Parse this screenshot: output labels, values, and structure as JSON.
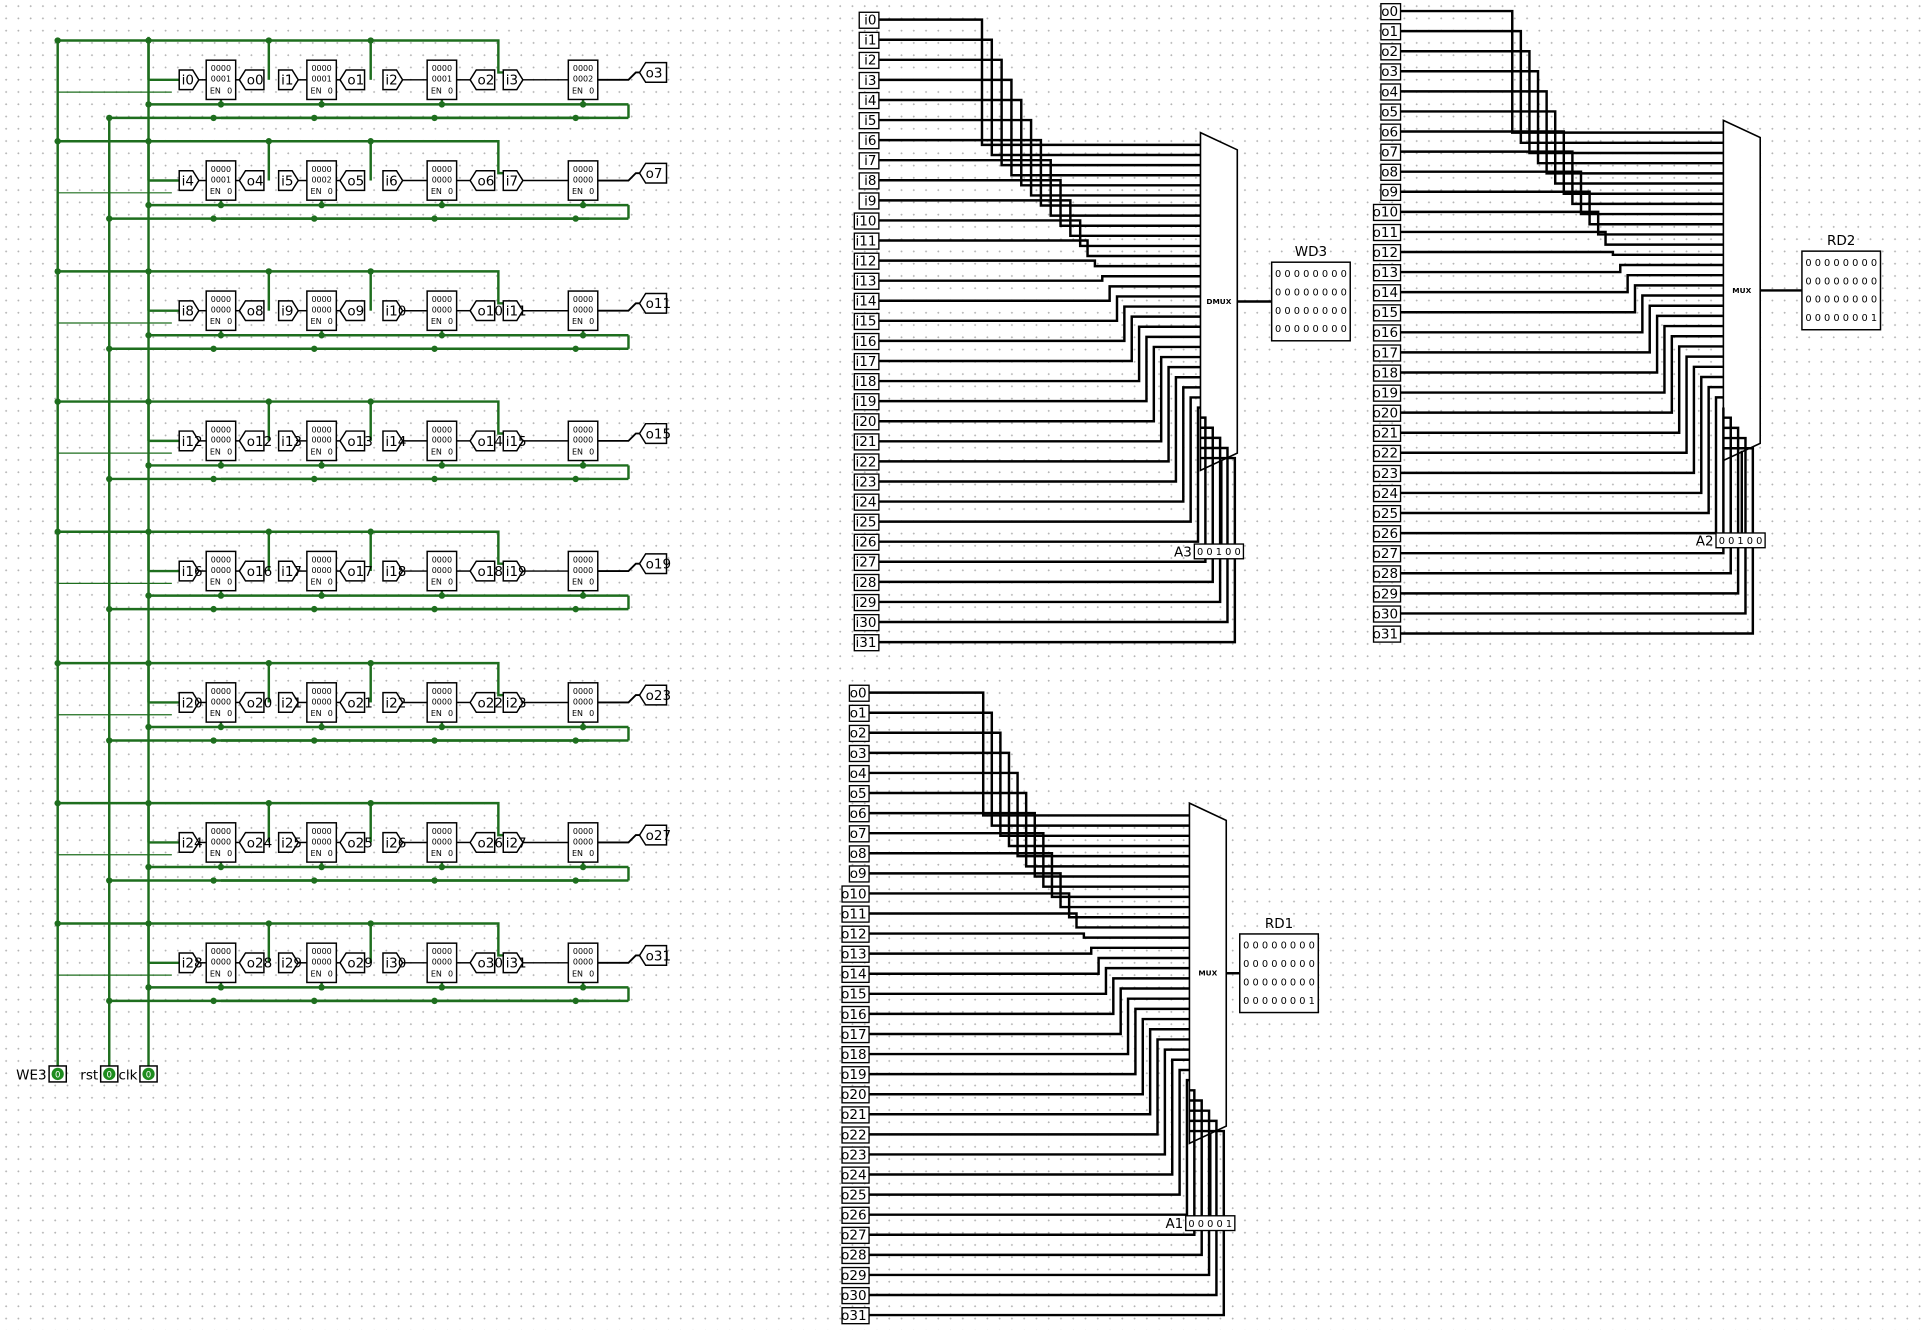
{
  "controls": [
    {
      "label": "WE3",
      "value": "0",
      "name": "we3-input-pin"
    },
    {
      "label": "rst",
      "value": "0",
      "name": "rst-input-pin"
    },
    {
      "label": "clk",
      "value": "0",
      "name": "clk-input-pin"
    }
  ],
  "register_rows": [
    {
      "inputs": [
        "i0",
        "i1",
        "i2",
        "i3"
      ],
      "outputs": [
        "o0",
        "o1",
        "o2",
        "o3"
      ],
      "values": [
        "0001",
        "0001",
        "0001",
        "0002"
      ]
    },
    {
      "inputs": [
        "i4",
        "i5",
        "i6",
        "i7"
      ],
      "outputs": [
        "o4",
        "o5",
        "o6",
        "o7"
      ],
      "values": [
        "0001",
        "0002",
        "0000",
        "0000"
      ]
    },
    {
      "inputs": [
        "i8",
        "i9",
        "i10",
        "i11"
      ],
      "outputs": [
        "o8",
        "o9",
        "o10",
        "o11"
      ],
      "values": [
        "0000",
        "0000",
        "0000",
        "0000"
      ]
    },
    {
      "inputs": [
        "i12",
        "i13",
        "i14",
        "i15"
      ],
      "outputs": [
        "o12",
        "o13",
        "o14",
        "o15"
      ],
      "values": [
        "0000",
        "0000",
        "0000",
        "0000"
      ]
    },
    {
      "inputs": [
        "i16",
        "i17",
        "i18",
        "i19"
      ],
      "outputs": [
        "o16",
        "o17",
        "o18",
        "o19"
      ],
      "values": [
        "0000",
        "0000",
        "0000",
        "0000"
      ]
    },
    {
      "inputs": [
        "i20",
        "i21",
        "i22",
        "i23"
      ],
      "outputs": [
        "o20",
        "o21",
        "o22",
        "o23"
      ],
      "values": [
        "0000",
        "0000",
        "0000",
        "0000"
      ]
    },
    {
      "inputs": [
        "i24",
        "i25",
        "i26",
        "i27"
      ],
      "outputs": [
        "o24",
        "o25",
        "o26",
        "o27"
      ],
      "values": [
        "0000",
        "0000",
        "0000",
        "0000"
      ]
    },
    {
      "inputs": [
        "i28",
        "i29",
        "i30",
        "i31"
      ],
      "outputs": [
        "o28",
        "o29",
        "o30",
        "o31"
      ],
      "values": [
        "0000",
        "0000",
        "0000",
        "0000"
      ]
    }
  ],
  "register_top_value": "0000",
  "register_footer": "EN",
  "register_zero": "0",
  "demux": {
    "label": "DMUX",
    "pins": [
      "i0",
      "i1",
      "i2",
      "i3",
      "i4",
      "i5",
      "i6",
      "i7",
      "i8",
      "i9",
      "i10",
      "i11",
      "i12",
      "i13",
      "i14",
      "i15",
      "i16",
      "i17",
      "i18",
      "i19",
      "i20",
      "i21",
      "i22",
      "i23",
      "i24",
      "i25",
      "i26",
      "i27",
      "i28",
      "i29",
      "i30",
      "i31"
    ],
    "select_label": "A3",
    "select_value": "0 0 1 0 0",
    "data_label": "WD3",
    "data_rows": [
      "0 0 0 0 0 0 0 0",
      "0 0 0 0 0 0 0 0",
      "0 0 0 0 0 0 0 0",
      "0 0 0 0 0 0 0 0"
    ]
  },
  "mux_rd2": {
    "label": "MUX",
    "pins": [
      "o0",
      "o1",
      "o2",
      "o3",
      "o4",
      "o5",
      "o6",
      "o7",
      "o8",
      "o9",
      "o10",
      "o11",
      "o12",
      "o13",
      "o14",
      "o15",
      "o16",
      "o17",
      "o18",
      "o19",
      "o20",
      "o21",
      "o22",
      "o23",
      "o24",
      "o25",
      "o26",
      "o27",
      "o28",
      "o29",
      "o30",
      "o31"
    ],
    "select_label": "A2",
    "select_value": "0 0 1 0 0",
    "data_label": "RD2",
    "data_rows": [
      "0 0 0 0 0 0 0 0",
      "0 0 0 0 0 0 0 0",
      "0 0 0 0 0 0 0 0",
      "0 0 0 0 0 0 0 1"
    ]
  },
  "mux_rd1": {
    "label": "MUX",
    "pins": [
      "o0",
      "o1",
      "o2",
      "o3",
      "o4",
      "o5",
      "o6",
      "o7",
      "o8",
      "o9",
      "o10",
      "o11",
      "o12",
      "o13",
      "o14",
      "o15",
      "o16",
      "o17",
      "o18",
      "o19",
      "o20",
      "o21",
      "o22",
      "o23",
      "o24",
      "o25",
      "o26",
      "o27",
      "o28",
      "o29",
      "o30",
      "o31"
    ],
    "select_label": "A1",
    "select_value": "0 0 0 0 1",
    "data_label": "RD1",
    "data_rows": [
      "0 0 0 0 0 0 0 0",
      "0 0 0 0 0 0 0 0",
      "0 0 0 0 0 0 0 0",
      "0 0 0 0 0 0 0 1"
    ]
  },
  "colors": {
    "wire_active": "#1e6e1e",
    "wire_bus": "#000000",
    "grid_dot": "#b4b4b4",
    "pin_fill": "#1e8c1e"
  }
}
